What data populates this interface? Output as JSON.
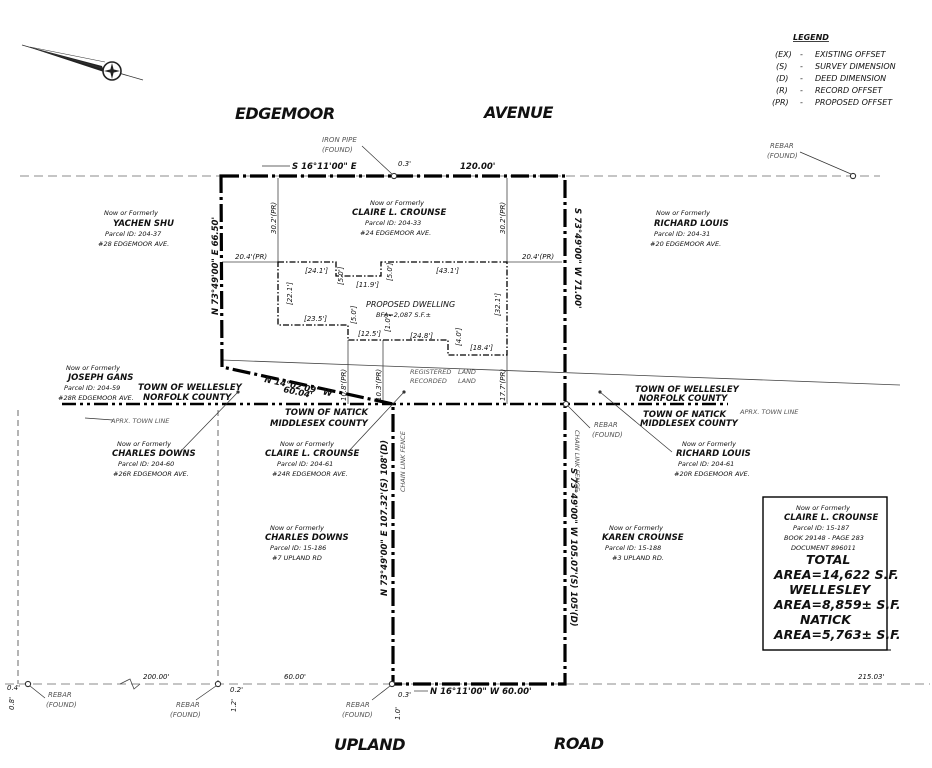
{
  "legend": {
    "title": "LEGEND",
    "items": [
      {
        "code": "(EX)",
        "desc": "EXISTING OFFSET"
      },
      {
        "code": "(S)",
        "desc": "SURVEY DIMENSION"
      },
      {
        "code": "(D)",
        "desc": "DEED DIMENSION"
      },
      {
        "code": "(R)",
        "desc": "RECORD OFFSET"
      },
      {
        "code": "(PR)",
        "desc": "PROPOSED OFFSET"
      }
    ],
    "dash": "-"
  },
  "streets": {
    "edgemoor": "EDGEMOOR",
    "avenue": "AVENUE",
    "upland": "UPLAND",
    "road": "ROAD"
  },
  "monuments": {
    "iron_pipe_top": "IRON PIPE",
    "iron_pipe_bottom": "(FOUND)",
    "rebar": "REBAR",
    "found": "(FOUND)"
  },
  "dimensions": {
    "north_bearing": "S 16°11'00\" E",
    "north_offset": "0.3'",
    "north_length": "120.00'",
    "west_upper": "N 73°49'00\" E  66.50'",
    "east_upper": "S 73°49'00\" W  71.00'",
    "mid_bearing": "N 14°02'09\" W",
    "mid_length": "60.04'",
    "west_lower": "N 73°49'00\" E  107.32'(S) 108'(D)",
    "east_lower": "S 73°49'00\" W  105.07'(S) 105'(D)",
    "south_bearing": "N 16°11'00\" W  60.00'",
    "south_offset": "0.3'",
    "south_left_offset": "1.0'",
    "left_200": "200.00'",
    "left_60": "60.00'",
    "right_215": "215.03'",
    "off_04": "0.4'",
    "off_08": "0.8'",
    "off_02": "0.2'",
    "off_12": "1.2'"
  },
  "offsets": {
    "front_left": "30.2'(PR)",
    "front_right": "30.2'(PR)",
    "side_left": "20.4'(PR)",
    "side_right": "20.4'(PR)",
    "rear_1": "10.8'(PR)",
    "rear_2": "10.3'(PR)",
    "rear_3": "17.7'(PR)"
  },
  "dwelling": {
    "title": "PROPOSED DWELLING",
    "bfa": "BFA=2,087 S.F.±",
    "dims": [
      "[24.1']",
      "[5.0']",
      "[11.9']",
      "[5.0']",
      "[43.1']",
      "[22.1']",
      "[32.1']",
      "[23.5']",
      "[5.0']",
      "[12.5']",
      "[1.0']",
      "[24.8']",
      "[4.0']",
      "[18.4']"
    ]
  },
  "subject_north": {
    "nof": "Now or Formerly",
    "owner": "CLAIRE L. CROUNSE",
    "parcel": "Parcel ID: 204-33",
    "addr": "#24 EDGEMOOR AVE."
  },
  "parcels": {
    "shu": {
      "nof": "Now or Formerly",
      "owner": "YACHEN SHU",
      "parcel": "Parcel ID: 204-37",
      "addr": "#28 EDGEMOOR AVE."
    },
    "louis_n": {
      "nof": "Now or Formerly",
      "owner": "RICHARD LOUIS",
      "parcel": "Parcel ID: 204-31",
      "addr": "#20 EDGEMOOR AVE."
    },
    "gans": {
      "nof": "Now or Formerly",
      "owner": "JOSEPH GANS",
      "parcel": "Parcel ID: 204-59",
      "addr": "#28R EDGEMOOR AVE."
    },
    "downs_r": {
      "nof": "Now or Formerly",
      "owner": "CHARLES DOWNS",
      "parcel": "Parcel ID: 204-60",
      "addr": "#26R EDGEMOOR AVE."
    },
    "crounse_r": {
      "nof": "Now or Formerly",
      "owner": "CLAIRE L. CROUNSE",
      "parcel": "Parcel ID: 204-61",
      "addr": "#24R EDGEMOOR AVE."
    },
    "louis_r": {
      "nof": "Now or Formerly",
      "owner": "RICHARD LOUIS",
      "parcel": "Parcel ID: 204-61",
      "addr": "#20R EDGEMOOR AVE."
    },
    "downs_u": {
      "nof": "Now or Formerly",
      "owner": "CHARLES DOWNS",
      "parcel": "Parcel ID: 15-186",
      "addr": "#7 UPLAND RD"
    },
    "karen": {
      "nof": "Now or Formerly",
      "owner": "KAREN CROUNSE",
      "parcel": "Parcel ID: 15-188",
      "addr": "#3 UPLAND RD."
    }
  },
  "towns": {
    "wellesley": "TOWN OF WELLESLEY",
    "norfolk": "NORFOLK COUNTY",
    "natick": "TOWN OF NATICK",
    "middlesex": "MIDDLESEX COUNTY",
    "aprx_line": "APRX. TOWN LINE",
    "registered": "REGISTERED",
    "recorded": "RECORDED",
    "land": "LAND",
    "fence": "CHAIN LINK FENCE"
  },
  "summary": {
    "nof": "Now or Formerly",
    "owner": "CLAIRE L. CROUNSE",
    "parcel": "Parcel ID: 15-187",
    "book": "BOOK 29148 - PAGE 283",
    "doc": "DOCUMENT 896011",
    "total_label": "TOTAL",
    "total_area": "AREA=14,622 S.F.",
    "wellesley_label": "WELLESLEY",
    "wellesley_area": "AREA=8,859± S.F.",
    "natick_label": "NATICK",
    "natick_area": "AREA=5,763± S.F."
  },
  "icons": {
    "north_arrow": "north-arrow-icon",
    "monument": "monument-circle-icon"
  }
}
